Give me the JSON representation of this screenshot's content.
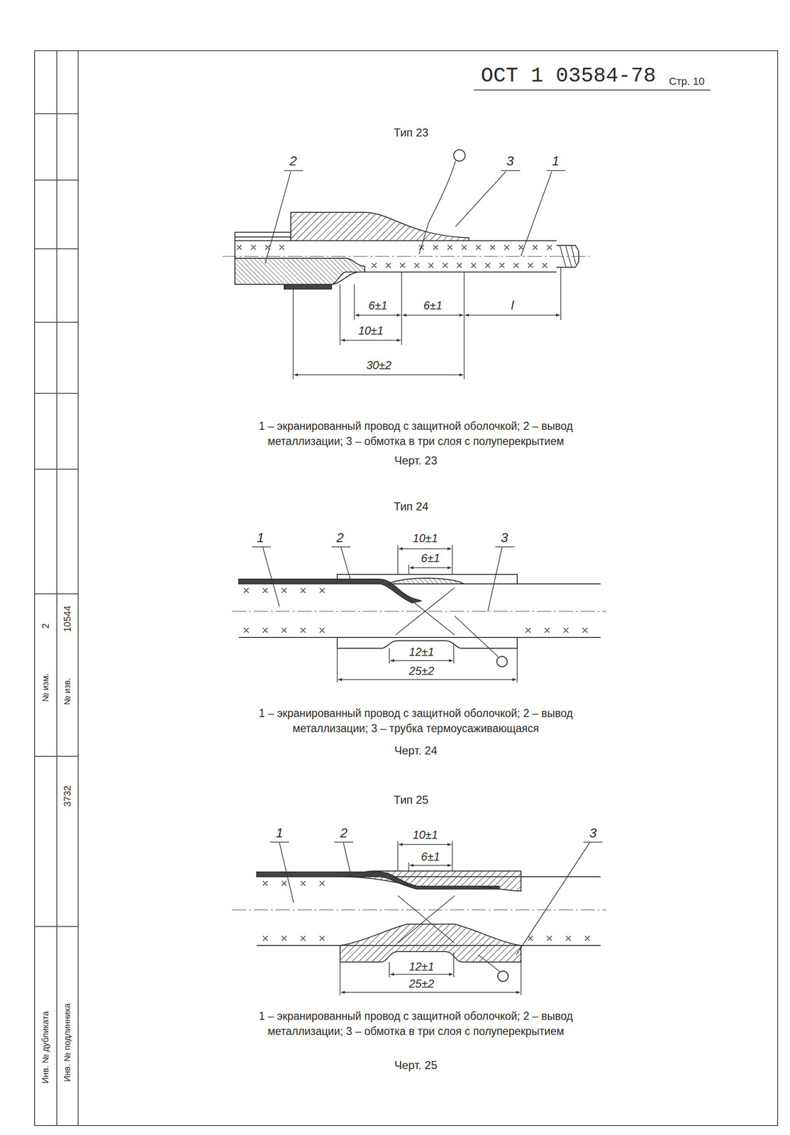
{
  "diagram": {
    "labels": [
      "ОСТ 1 03584-78",
      "Стр. 10",
      "Тип 23",
      "2",
      "3",
      "1",
      "6±1",
      "6±1",
      "l",
      "10±1",
      "30±2",
      "1 – экранированный провод с защитной оболочкой; 2 – вывод металлизации; 3 – обмотка в три слоя с полуперекрытием",
      "Черт. 23",
      "Тип 24",
      "1",
      "2",
      "10±1",
      "6±1",
      "3",
      "12±1",
      "25±2",
      "1 – экранированный провод с защитной оболочкой; 2 – вывод металлизации; 3 – трубка термоусаживающаяся",
      "Черт. 24",
      "Тип 25",
      "1",
      "2",
      "10±1",
      "6±1",
      "3",
      "12±1",
      "25±2",
      "1 – экранированный провод с защитной оболочкой; 2 – вывод металлизации; 3 – обмотка в три слоя с полуперекрытием",
      "Черт. 25",
      "№ изм.",
      "2",
      "№ изв.",
      "10544",
      "3732",
      "Инв. № дубликата",
      "Инв. № подлинника"
    ]
  }
}
